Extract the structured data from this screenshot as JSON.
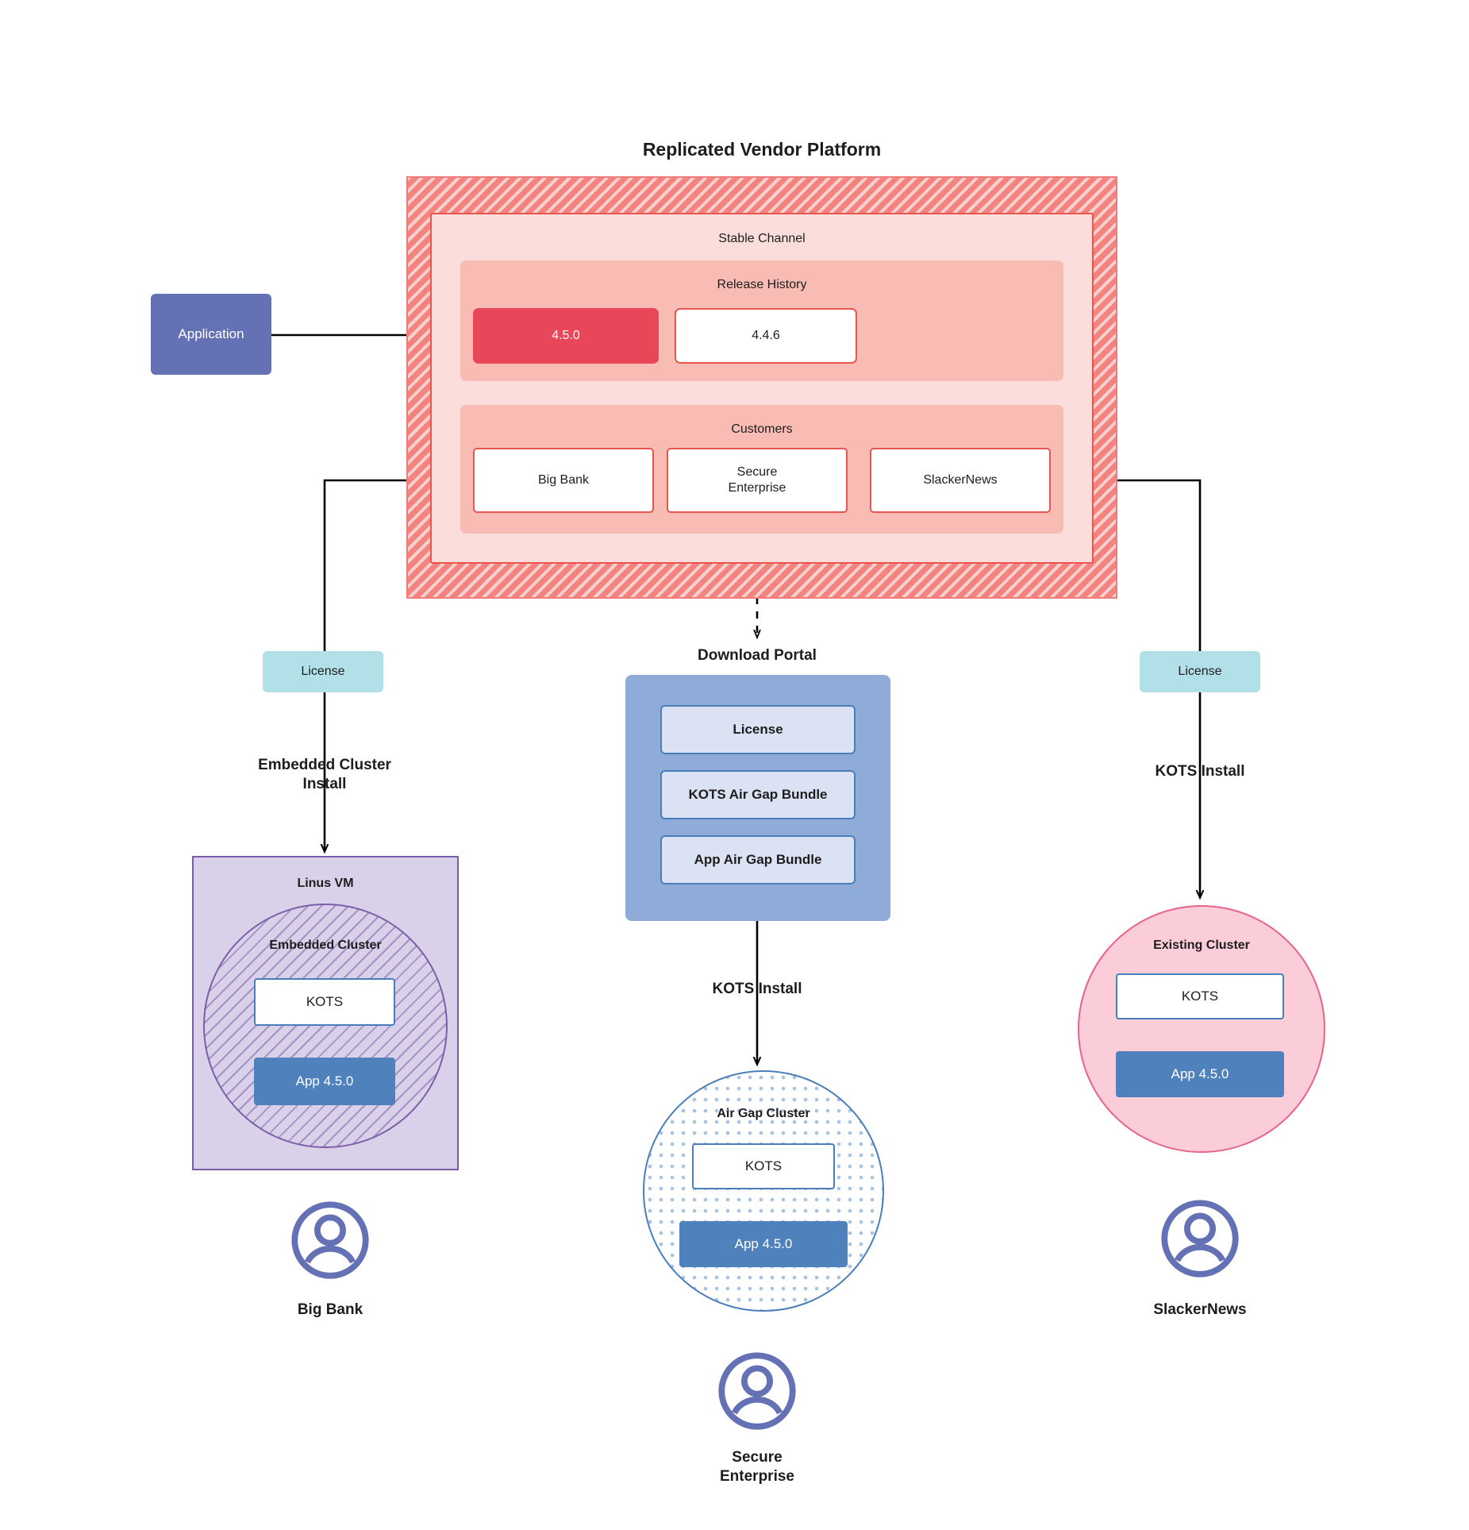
{
  "diagram": {
    "title": "Replicated Vendor Platform"
  },
  "application": {
    "label": "Application"
  },
  "vendor_platform": {
    "stable_channel": {
      "heading": "Stable Channel",
      "release_history": {
        "heading": "Release History",
        "releases": [
          {
            "version": "4.5.0",
            "state": "current"
          },
          {
            "version": "4.4.6",
            "state": "past"
          }
        ]
      },
      "customers": {
        "heading": "Customers",
        "items": [
          {
            "name": "Big Bank"
          },
          {
            "name": "Secure\nEnterprise"
          },
          {
            "name": "SlackerNews"
          }
        ]
      }
    }
  },
  "left_branch": {
    "license_label": "License",
    "install_label": "Embedded Cluster\nInstall",
    "vm": {
      "title": "Linus VM",
      "cluster_title": "Embedded Cluster",
      "kots_label": "KOTS",
      "app_label": "App 4.5.0"
    },
    "persona": "Big Bank"
  },
  "center_branch": {
    "portal_title": "Download  Portal",
    "portal_items": [
      "License",
      "KOTS Air Gap Bundle",
      "App Air Gap Bundle"
    ],
    "install_label": "KOTS Install",
    "cluster": {
      "title": "Air Gap Cluster",
      "kots_label": "KOTS",
      "app_label": "App 4.5.0"
    },
    "persona": "Secure\nEnterprise"
  },
  "right_branch": {
    "license_label": "License",
    "install_label": "KOTS Install",
    "cluster": {
      "title": "Existing Cluster",
      "kots_label": "KOTS",
      "app_label": "App 4.5.0"
    },
    "persona": "SlackerNews"
  },
  "colors": {
    "vendor_platform_hatch": "#f2837f",
    "stable_channel": "#fbdedb",
    "sub_panel": "#f8bcb5",
    "release_current": "#e8475a",
    "red_stroke": "#e8554e",
    "application": "#6571b5",
    "license": "#b2e0e8",
    "portal": "#8fabd7",
    "portal_item": "#dbe2f3",
    "vm": "#d9d0e9",
    "vm_stroke": "#7b5ea7",
    "app_version": "#4f81bd",
    "kots_stroke": "#4a7ebb",
    "existing_cluster": "#fbcdd8",
    "existing_cluster_stroke": "#e8628c",
    "persona": "#6571b5"
  }
}
